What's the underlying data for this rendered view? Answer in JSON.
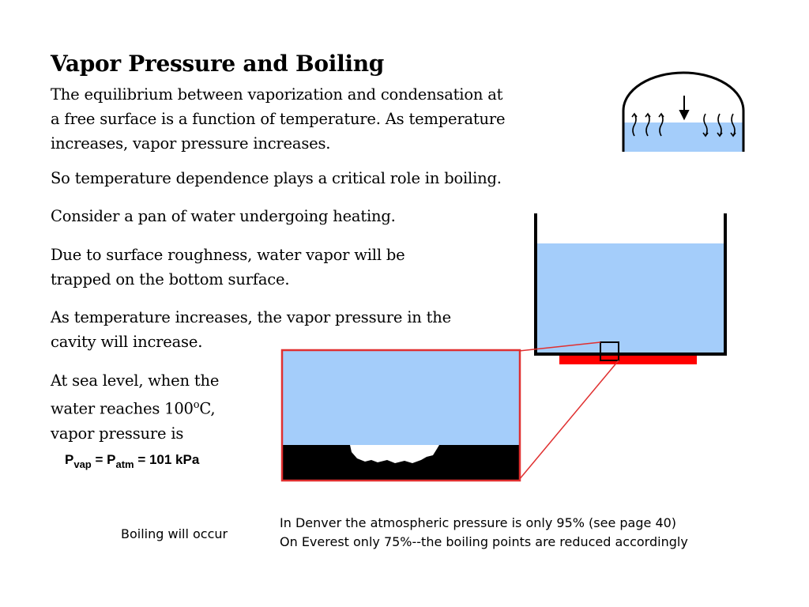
{
  "slide": {
    "title": "Vapor Pressure and Boiling",
    "paragraphs": [
      {
        "lines": [
          "The equilibrium between vaporization and condensation at",
          "a free surface is a function of temperature.  As temperature",
          "increases, vapor pressure increases."
        ]
      },
      {
        "lines": [
          "So temperature dependence plays a critical role in boiling."
        ]
      },
      {
        "lines": [
          "Consider a pan of water undergoing heating."
        ]
      },
      {
        "lines": [
          "Due to surface roughness, water vapor will be",
          "trapped on the bottom surface."
        ]
      },
      {
        "lines": [
          "As temperature increases, the vapor pressure in the",
          "cavity will increase."
        ]
      }
    ],
    "sea_level": {
      "line1": "At sea level, when the",
      "line2_pre": "water reaches 100",
      "line2_sup": "o",
      "line2_post": "C,",
      "line3": "vapor pressure is"
    },
    "formula": {
      "p1": "P",
      "sub1": "vap",
      "eq1": " = P",
      "sub2": "atm",
      "rest": " = 101 kPa"
    },
    "boiling_caption": "Boiling will occur",
    "notes": [
      "In Denver the atmospheric pressure is only 95%  (see page 40)",
      "On Everest only 75%--the boiling points are reduced accordingly"
    ]
  },
  "colors": {
    "water": "#a4cdfa",
    "heater": "#ff0000",
    "outline": "#000000",
    "zoom_frame": "#e03030"
  },
  "icons": {
    "dome": "closed-container-icon",
    "pan": "heated-pan-illustration",
    "zoom": "cavity-zoom-illustration"
  }
}
